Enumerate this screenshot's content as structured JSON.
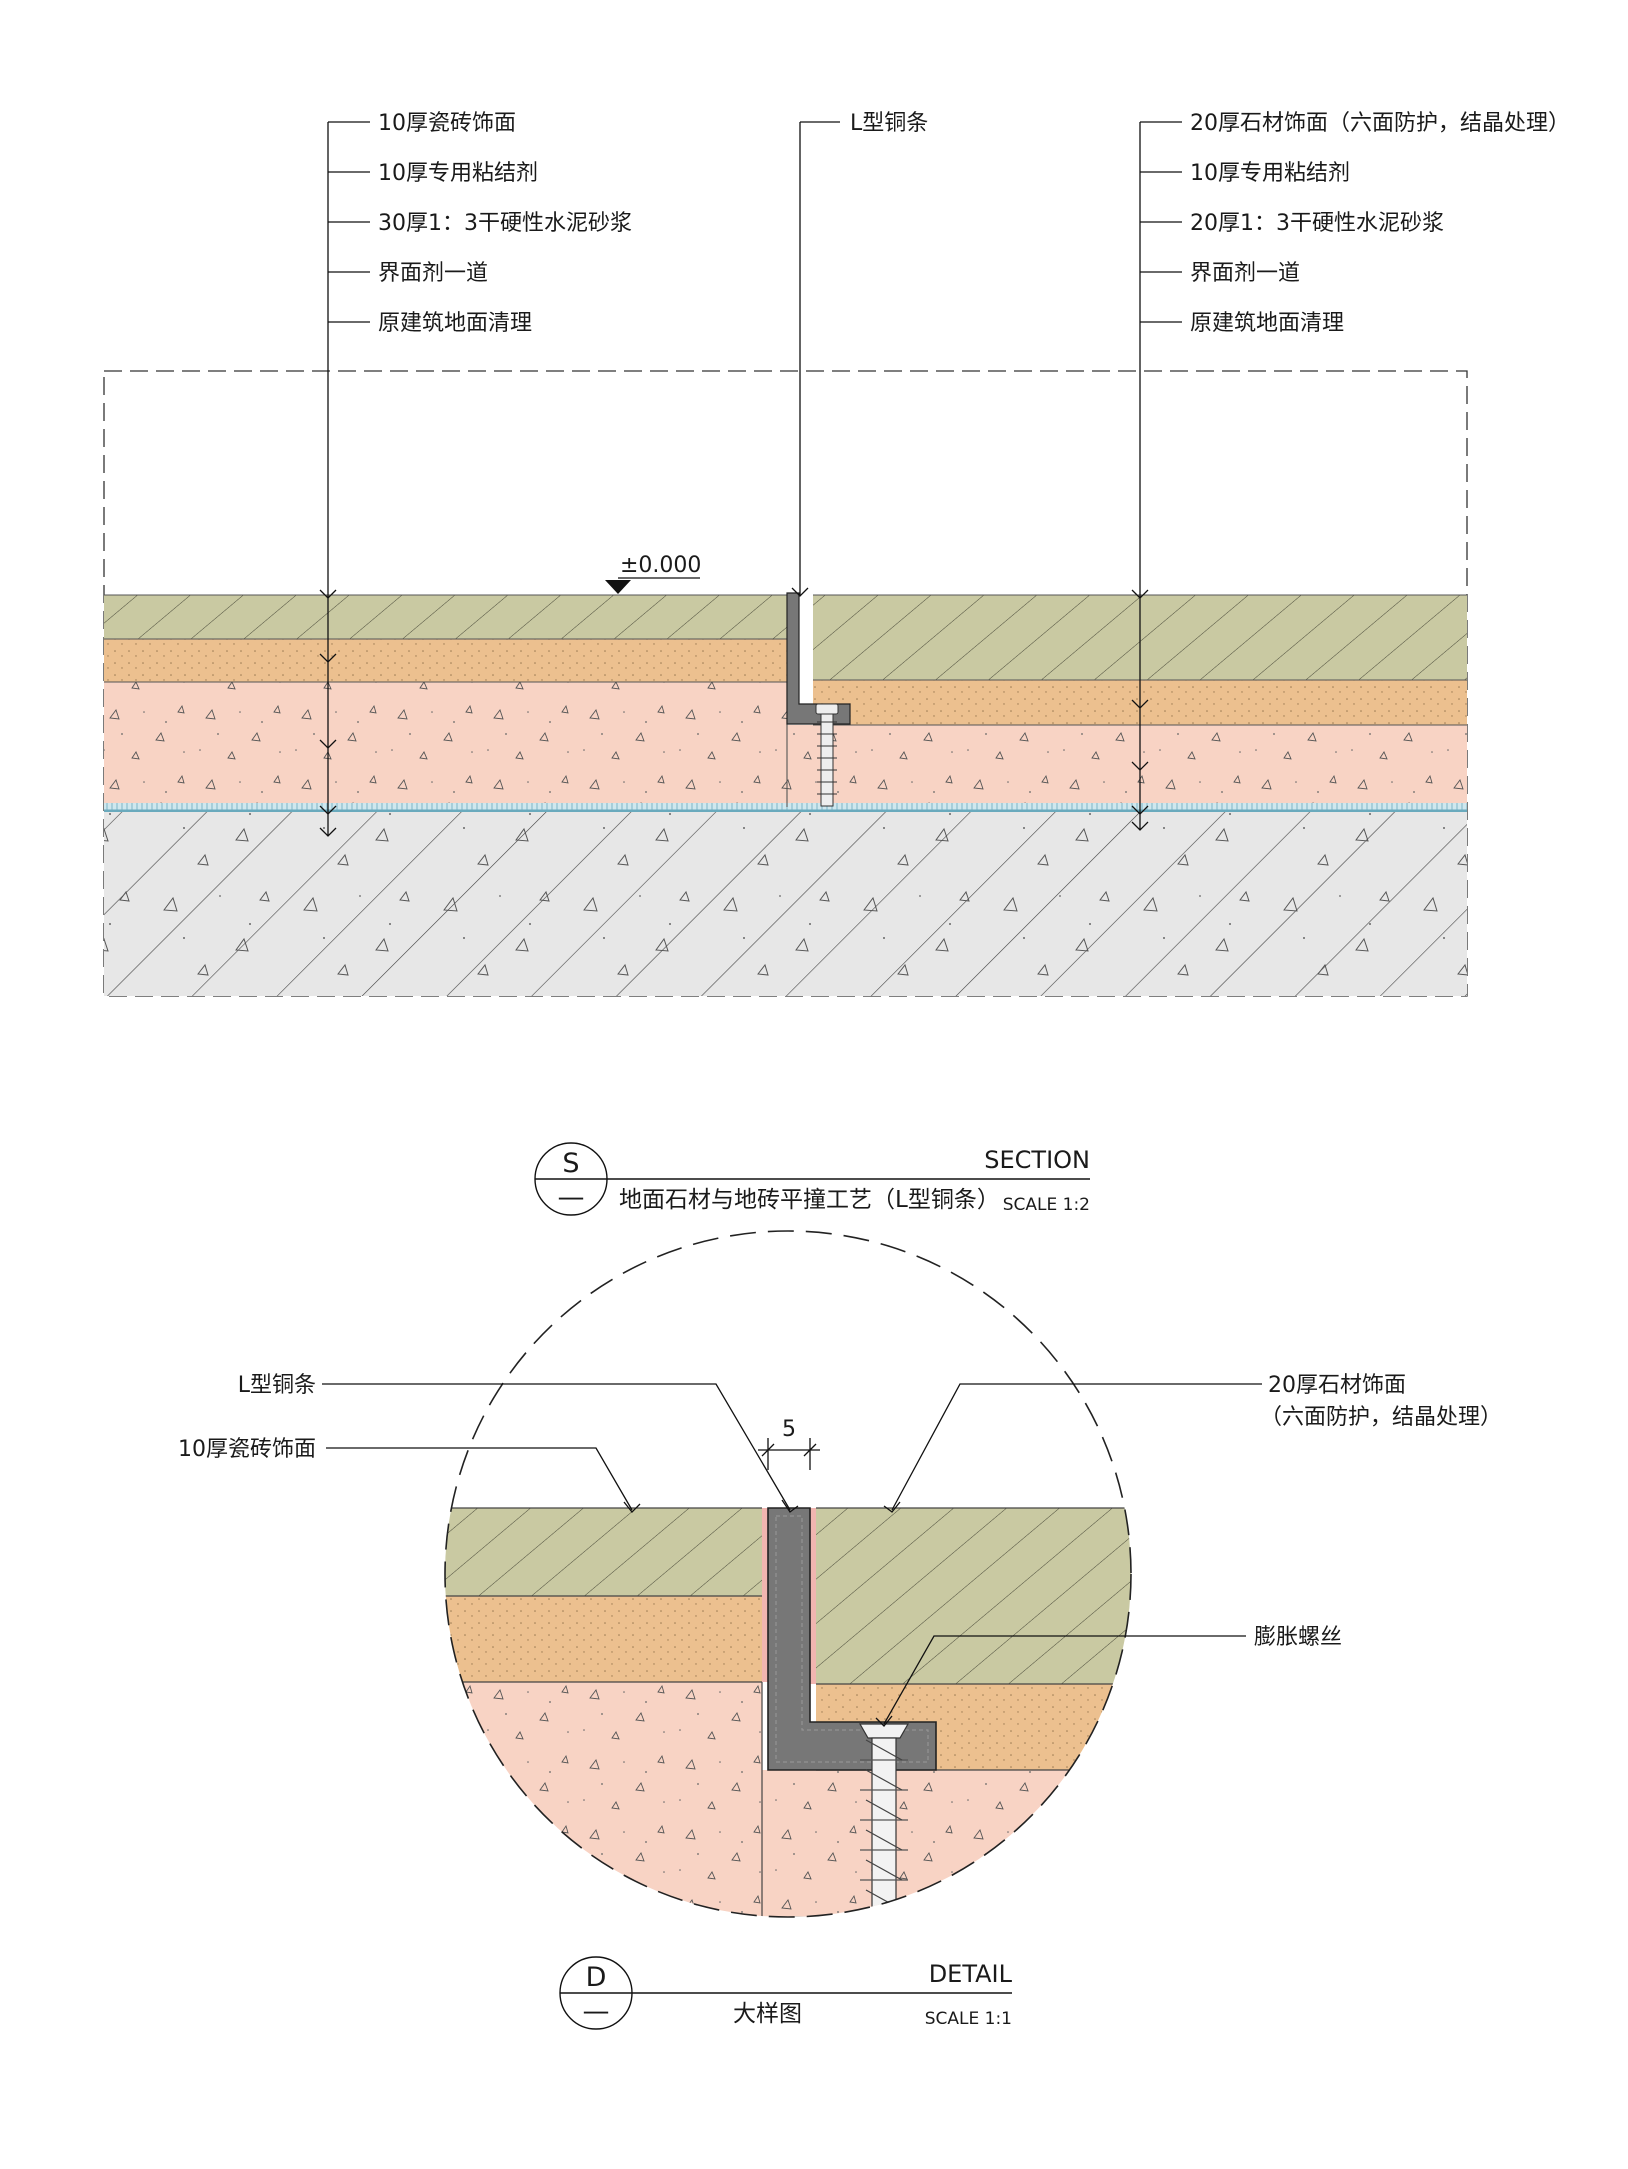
{
  "section": {
    "left_labels": [
      "10厚瓷砖饰面",
      "10厚专用粘结剂",
      "30厚1：3干硬性水泥砂浆",
      "界面剂一道",
      "原建筑地面清理"
    ],
    "center_label": "L型铜条",
    "right_labels": [
      "20厚石材饰面（六面防护，结晶处理）",
      "10厚专用粘结剂",
      "20厚1：3干硬性水泥砂浆",
      "界面剂一道",
      "原建筑地面清理"
    ],
    "level_mark": "±0.000",
    "tag": {
      "letter": "S",
      "sub": "—",
      "name": "SECTION",
      "title": "地面石材与地砖平撞工艺（L型铜条）",
      "scale": "SCALE 1:2"
    }
  },
  "detail": {
    "label_copper": "L型铜条",
    "label_tile": "10厚瓷砖饰面",
    "label_stone_1": "20厚石材饰面",
    "label_stone_2": "（六面防护，结晶处理）",
    "label_screw": "膨胀螺丝",
    "dimension": "5",
    "tag": {
      "letter": "D",
      "sub": "—",
      "name": "DETAIL",
      "title": "大样图",
      "scale": "SCALE 1:1"
    }
  },
  "colors": {
    "finish": "#c9c9a2",
    "mortar_brown": "#ecc08f",
    "mortar_pink": "#f8d3c4",
    "concrete": "#e7e7e7",
    "waterproof": "#8cc3d1",
    "copper": "#777777"
  }
}
